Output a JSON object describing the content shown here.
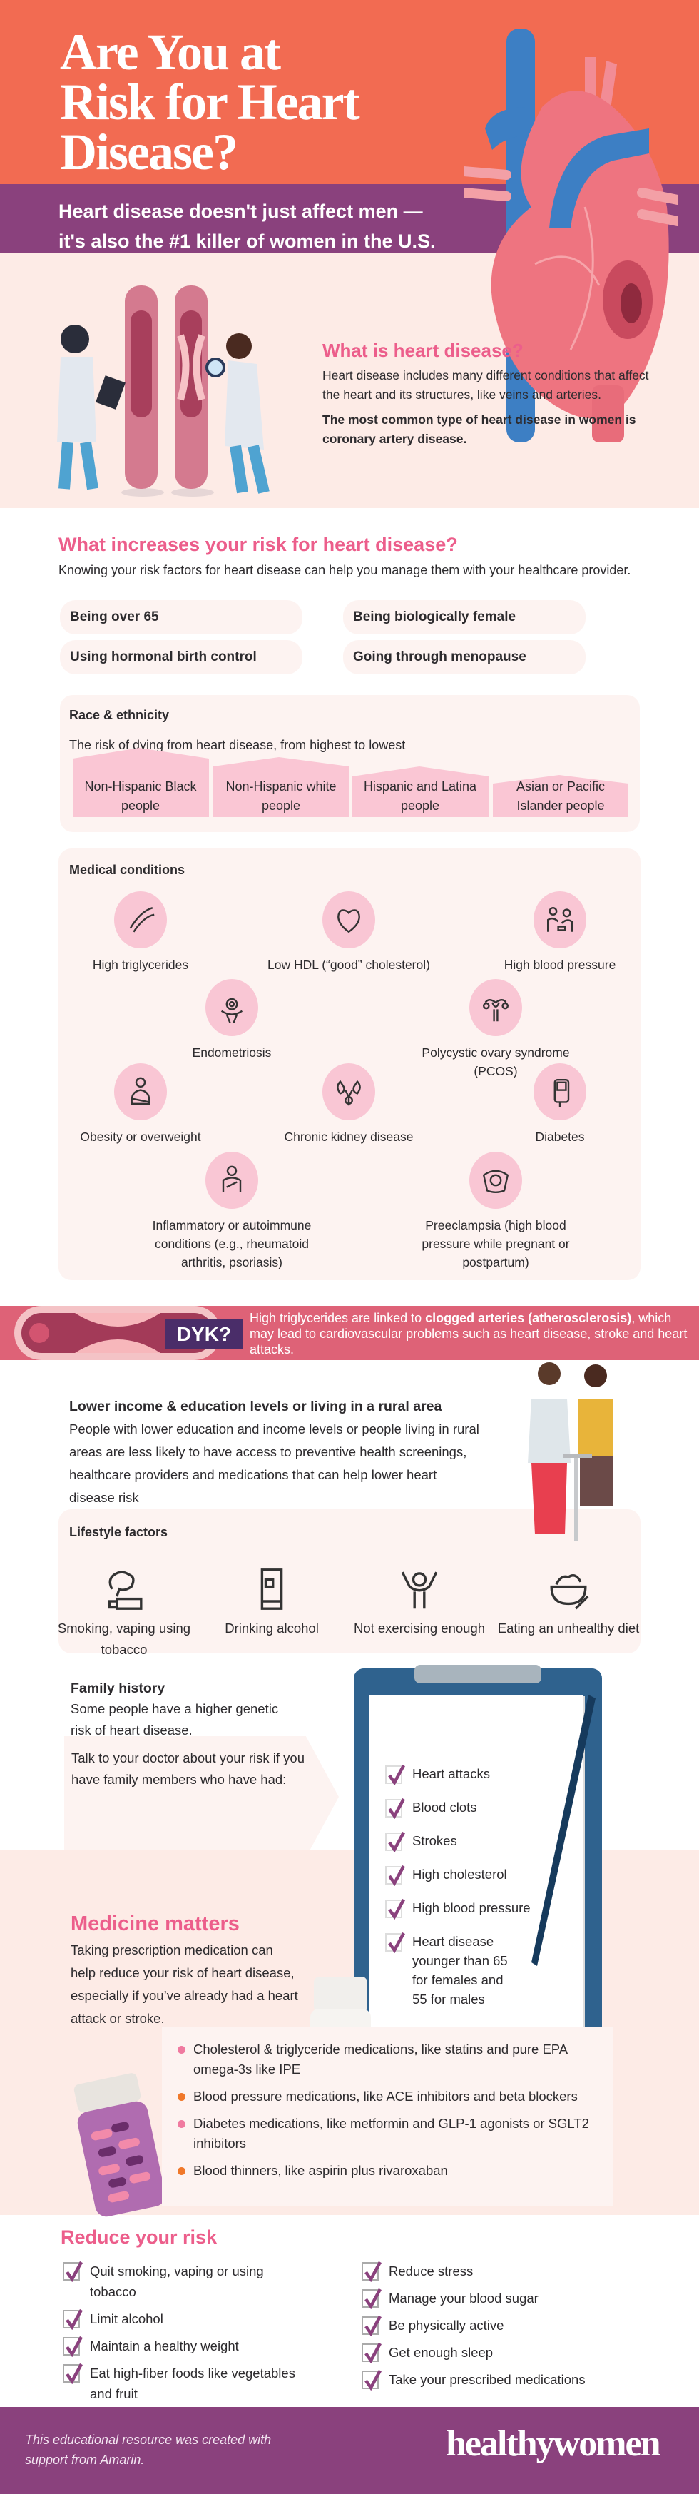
{
  "header": {
    "title_lines": [
      "Are You at",
      "Risk for Heart",
      "Disease?"
    ],
    "subtitle_lines": [
      "Heart disease doesn't just affect men —",
      "it's also the #1 killer of women in the U.S."
    ]
  },
  "what_is": {
    "heading": "What is heart disease?",
    "body": "Heart disease includes many different conditions that affect the heart and its structures, like veins and arteries.",
    "bold": "The most common type of heart disease in women is coronary artery disease."
  },
  "risk": {
    "heading": "What increases your risk for heart disease?",
    "intro": "Knowing your risk factors for heart disease can help you manage them with your healthcare provider.",
    "pills": [
      "Being over 65",
      "Being biologically female",
      "Using hormonal birth control",
      "Going through menopause"
    ]
  },
  "race": {
    "heading": "Race & ethnicity",
    "desc": "The risk of dying from heart disease, from highest to lowest",
    "groups": [
      "Non-Hispanic Black people",
      "Non-Hispanic white people",
      "Hispanic and Latina people",
      "Asian or Pacific Islander people"
    ],
    "rank": [
      1,
      2,
      3,
      4
    ]
  },
  "medical": {
    "heading": "Medical conditions",
    "items": [
      {
        "label": "High triglycerides",
        "icon": "artery-icon"
      },
      {
        "label": "Low HDL (“good” cholesterol)",
        "icon": "heart-icon"
      },
      {
        "label": "High blood pressure",
        "icon": "blood-pressure-icon"
      },
      {
        "label": "Endometriosis",
        "icon": "pelvic-pain-icon"
      },
      {
        "label": "Polycystic ovary syndrome (PCOS)",
        "icon": "uterus-icon"
      },
      {
        "label": "Obesity or overweight",
        "icon": "measuring-waist-icon"
      },
      {
        "label": "Chronic kidney disease",
        "icon": "kidney-icon"
      },
      {
        "label": "Diabetes",
        "icon": "glucose-meter-icon"
      },
      {
        "label": "Inflammatory or autoimmune conditions (e.g., rheumatoid arthritis, psoriasis)",
        "icon": "joint-pain-icon"
      },
      {
        "label": "Preeclampsia (high blood pressure while pregnant or postpartum)",
        "icon": "ultrasound-icon"
      }
    ]
  },
  "dyk": {
    "label": "DYK?",
    "text_pre": "High triglycerides are linked to ",
    "text_bold": "clogged arteries (atherosclerosis)",
    "text_post": ", which may lead to cardiovascular problems such as heart disease, stroke and heart attacks."
  },
  "income": {
    "heading": "Lower income & education levels or living in a rural area",
    "body": "People with lower education and income levels or people living in rural areas are less likely to have access to preventive health screenings, healthcare providers and medications that can help lower heart disease risk"
  },
  "lifestyle": {
    "heading": "Lifestyle factors",
    "items": [
      {
        "label": "Smoking, vaping using tobacco",
        "icon": "smoking-icon"
      },
      {
        "label": "Drinking alcohol",
        "icon": "alcohol-glass-icon"
      },
      {
        "label": "Not exercising enough",
        "icon": "exercise-icon"
      },
      {
        "label": "Eating an unhealthy diet",
        "icon": "food-bowl-icon"
      }
    ]
  },
  "family": {
    "heading": "Family history",
    "body": "Some people have a higher genetic risk of heart disease.",
    "callout": "Talk to your doctor about your risk if you have family members who have had:",
    "checklist": [
      "Heart attacks",
      "Blood clots",
      "Strokes",
      "High cholesterol",
      "High blood pressure",
      "Heart disease younger than 65 for females and 55 for males"
    ]
  },
  "medicine": {
    "heading": "Medicine matters",
    "body": "Taking prescription medication can help reduce your risk of heart disease, especially if you’ve already had a heart attack or stroke.",
    "bullets": [
      "Cholesterol & triglyceride medications, like statins and pure EPA omega-3s like IPE",
      "Blood pressure medications, like ACE inhibitors and beta blockers",
      "Diabetes medications, like metformin and GLP-1 agonists or SGLT2 inhibitors",
      "Blood thinners, like aspirin plus rivaroxaban"
    ],
    "bullet_colors": [
      "#f07aa0",
      "#f0782a",
      "#f07aa0",
      "#f0782a"
    ]
  },
  "reduce": {
    "heading": "Reduce your risk",
    "left": [
      "Quit smoking, vaping or using tobacco",
      "Limit alcohol",
      "Maintain a healthy weight",
      "Eat high-fiber foods like vegetables and fruit"
    ],
    "right": [
      "Reduce stress",
      "Manage your blood sugar",
      "Be physically active",
      "Get enough sleep",
      "Take your prescribed medications"
    ]
  },
  "footer": {
    "credit": "This educational resource was created with support from Amarin.",
    "logo": "healthywomen"
  },
  "colors": {
    "orange": "#f26b52",
    "purple": "#8a417d",
    "pink": "#ec5e8b",
    "check": "#8a417d"
  }
}
